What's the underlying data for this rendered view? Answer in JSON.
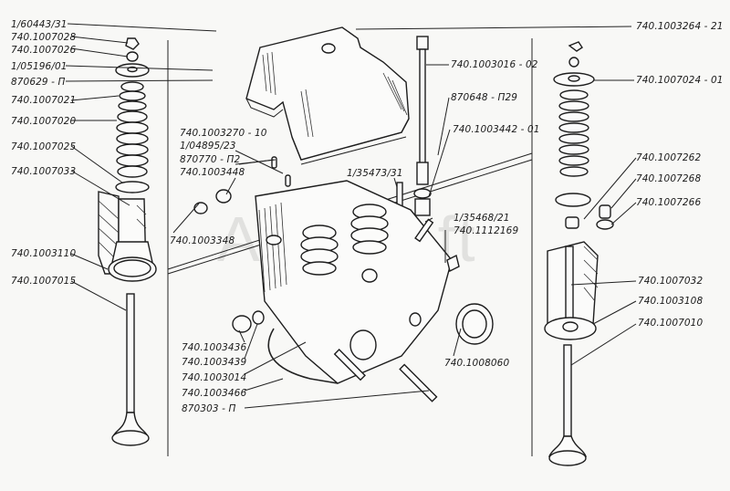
{
  "diagram": {
    "title": "Cylinder head assembly — exploded view",
    "watermark": "AutoSoft",
    "labels": {
      "l01": "1/60443/31",
      "l02": "740.1007028",
      "l03": "740.1007026",
      "l04": "1/05196/01",
      "l05": "870629 - П",
      "l06": "740.1007021",
      "l07": "740.1007020",
      "l08": "740.1007025",
      "l09": "740.1007033",
      "l10": "740.1003110",
      "l11": "740.1007015",
      "l12": "740.1003264 - 21",
      "l13": "740.1003016 - 02",
      "l14": "870648 - П29",
      "l15": "740.1003442 - 01",
      "l16": "740.1007024 - 01",
      "l17": "740.1003270 - 10",
      "l18": "1/04895/23",
      "l19": "870770 - П2",
      "l20": "740.1003448",
      "l21": "740.1003348",
      "l22": "1/35473/31",
      "l23": "1/35468/21",
      "l24": "740.1112169",
      "l25": "740.1007262",
      "l26": "740.1007268",
      "l27": "740.1007266",
      "l28": "740.1007032",
      "l29": "740.1003108",
      "l30": "740.1007010",
      "l31": "740.1003436",
      "l32": "740.1003439",
      "l33": "740.1003014",
      "l34": "740.1003466",
      "l35": "870303 - П",
      "l36": "740.1008060"
    }
  }
}
